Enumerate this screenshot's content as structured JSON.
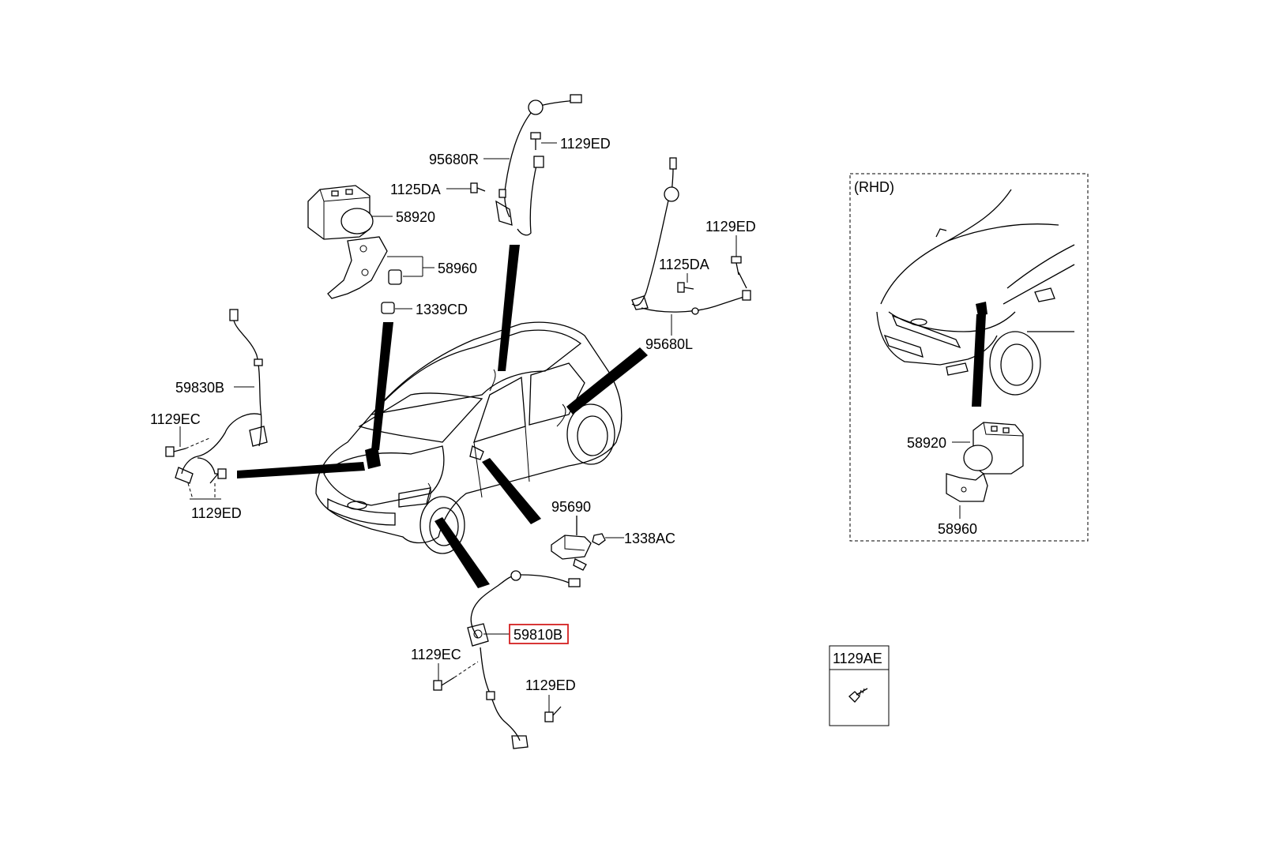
{
  "labels": {
    "p95680R": "95680R",
    "p1129ED_top": "1129ED",
    "p1125DA_top": "1125DA",
    "p58920": "58920",
    "p58960": "58960",
    "p1339CD": "1339CD",
    "p1129ED_right": "1129ED",
    "p1125DA_right": "1125DA",
    "p95680L": "95680L",
    "p59830B": "59830B",
    "p1129EC_left": "1129EC",
    "p1129ED_left": "1129ED",
    "p95690": "95690",
    "p1338AC": "1338AC",
    "p59810B": "59810B",
    "p1129EC_bottom": "1129EC",
    "p1129ED_bottom": "1129ED"
  },
  "rhd_inset": {
    "title": "(RHD)",
    "p58920": "58920",
    "p58960": "58960"
  },
  "legend_box": {
    "part": "1129AE"
  },
  "colors": {
    "line": "#000000",
    "highlight": "#d42020",
    "background": "#ffffff"
  }
}
